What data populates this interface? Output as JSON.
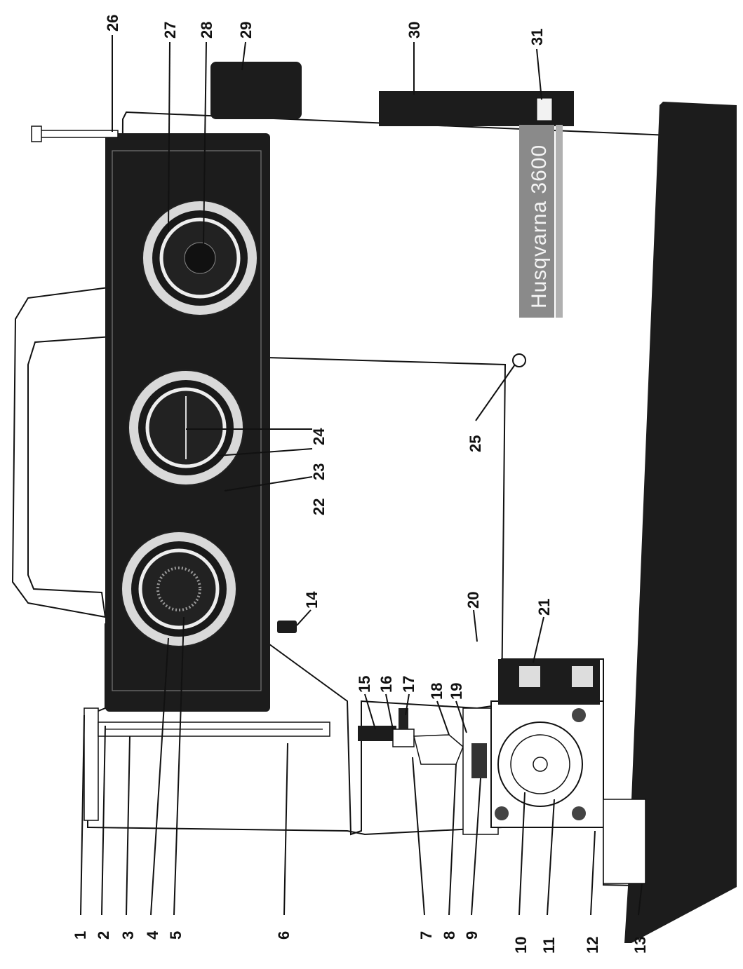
{
  "diagram": {
    "brand_text": "Husqvarna 3600",
    "part_numbers": [
      "1",
      "2",
      "3",
      "4",
      "5",
      "6",
      "7",
      "8",
      "9",
      "10",
      "11",
      "12",
      "13",
      "14",
      "15",
      "16",
      "17",
      "18",
      "19",
      "20",
      "21",
      "22",
      "23",
      "24",
      "25",
      "26",
      "27",
      "28",
      "29",
      "30",
      "31"
    ]
  }
}
